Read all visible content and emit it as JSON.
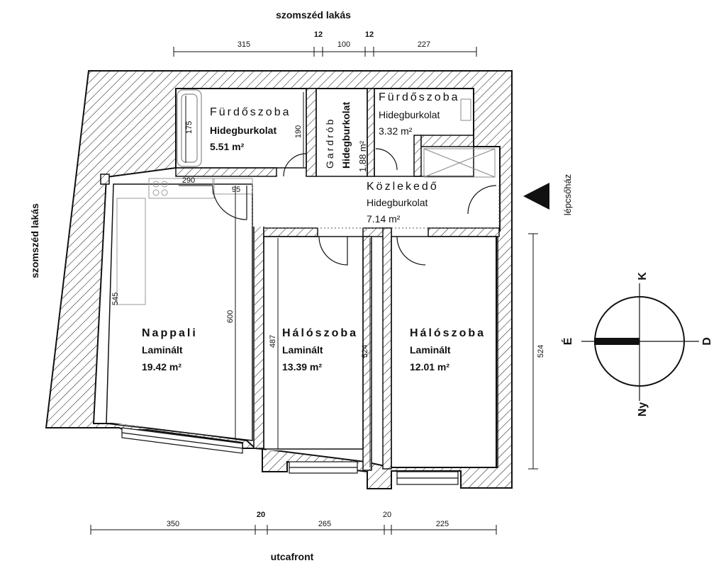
{
  "labels": {
    "top_neighbor": "szomszéd lakás",
    "left_neighbor": "szomszéd lakás",
    "street": "utcafront",
    "stairwell": "lépcsőház"
  },
  "rooms": {
    "bath1": {
      "name": "Fürdőszoba",
      "floor": "Hidegburkolat",
      "area": "5.51 m²"
    },
    "wardrobe": {
      "name": "Gardrób",
      "floor": "Hidegburkolat",
      "area": "1.88 m²"
    },
    "bath2": {
      "name": "Fürdőszoba",
      "floor": "Hidegburkolat",
      "area": "3.32 m²"
    },
    "corridor": {
      "name": "Közlekedő",
      "floor": "Hidegburkolat",
      "area": "7.14 m²"
    },
    "living": {
      "name": "Nappali",
      "floor": "Laminált",
      "area": "19.42 m²"
    },
    "bed1": {
      "name": "Hálószoba",
      "floor": "Laminált",
      "area": "13.39 m²"
    },
    "bed2": {
      "name": "Hálószoba",
      "floor": "Laminált",
      "area": "12.01 m²"
    }
  },
  "dimensions": {
    "top": [
      "315",
      "12",
      "100",
      "12",
      "227"
    ],
    "bottom": [
      "350",
      "20",
      "265",
      "20",
      "225"
    ],
    "inner": {
      "bath_h": "175",
      "bath_depth": "190",
      "kitchen_w": "290",
      "kitchen_small": "95",
      "living_left": "545",
      "living_depth": "600",
      "bed1_left": "487",
      "bed1_right": "524",
      "right_side": "524"
    }
  },
  "compass": {
    "north": "K",
    "south": "Ny",
    "east": "D",
    "west": "É"
  }
}
